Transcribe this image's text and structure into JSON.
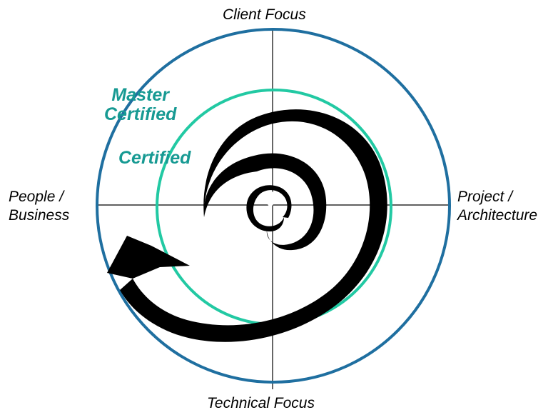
{
  "axes": {
    "top": "Client Focus",
    "bottom": "Technical Focus",
    "left_line1": "People /",
    "left_line2": "Business",
    "right_line1": "Project /",
    "right_line2": "Architecture"
  },
  "levels": {
    "outer_line1": "Master",
    "outer_line2": "Certified",
    "inner": "Certified"
  },
  "colors": {
    "outer_ring": "#1f6fa0",
    "inner_ring": "#22c9a3",
    "level_text": "#179a93",
    "axis_lines": "#000000",
    "spiral": "#000000"
  }
}
